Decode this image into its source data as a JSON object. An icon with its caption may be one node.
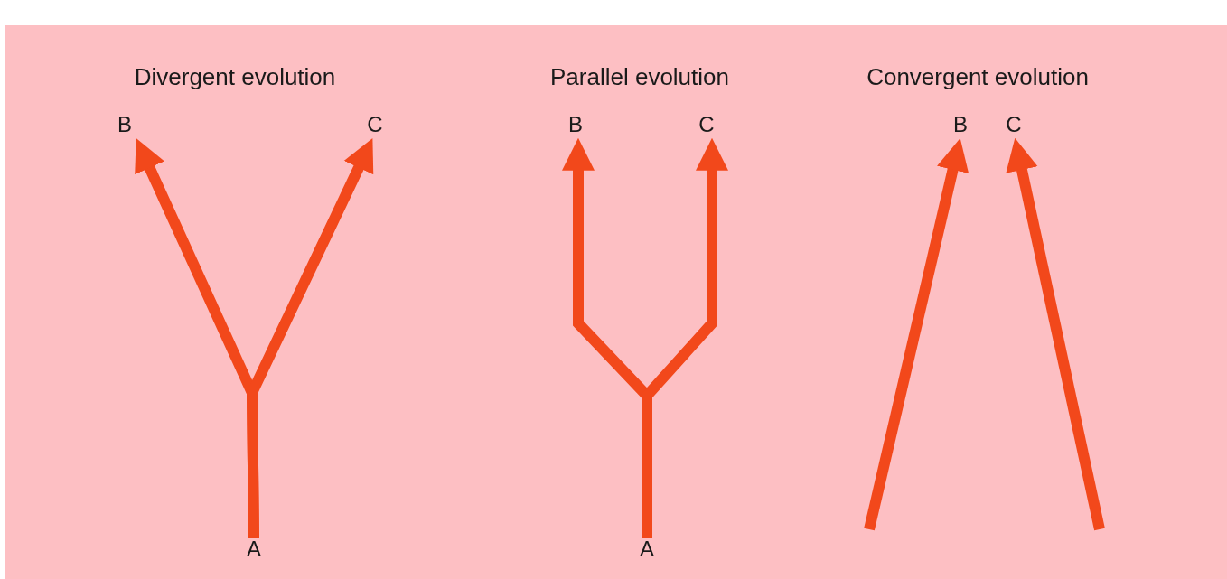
{
  "diagram": {
    "nodes": [
      {
        "text": [
          "A"
        ]
      },
      {
        "text": [
          "B"
        ]
      },
      {
        "text": [
          "C"
        ]
      },
      {
        "text": [
          "A"
        ]
      },
      {
        "text": [
          "B"
        ]
      },
      {
        "text": [
          "C"
        ]
      },
      {
        "text": [
          "B"
        ]
      },
      {
        "text": [
          "C"
        ]
      }
    ],
    "edges": [
      {
        "from": 0,
        "to": 1,
        "arrow": "to"
      },
      {
        "from": 0,
        "to": 2,
        "arrow": "to"
      },
      {
        "from": 3,
        "to": 4,
        "arrow": "to"
      },
      {
        "from": 3,
        "to": 5,
        "arrow": "to"
      },
      {
        "from": null,
        "to": 6,
        "arrow": "to"
      },
      {
        "from": null,
        "to": 7,
        "arrow": "to"
      }
    ],
    "labels": [
      "Divergent evolution",
      "Parallel evolution",
      "Convergent evolution"
    ]
  }
}
